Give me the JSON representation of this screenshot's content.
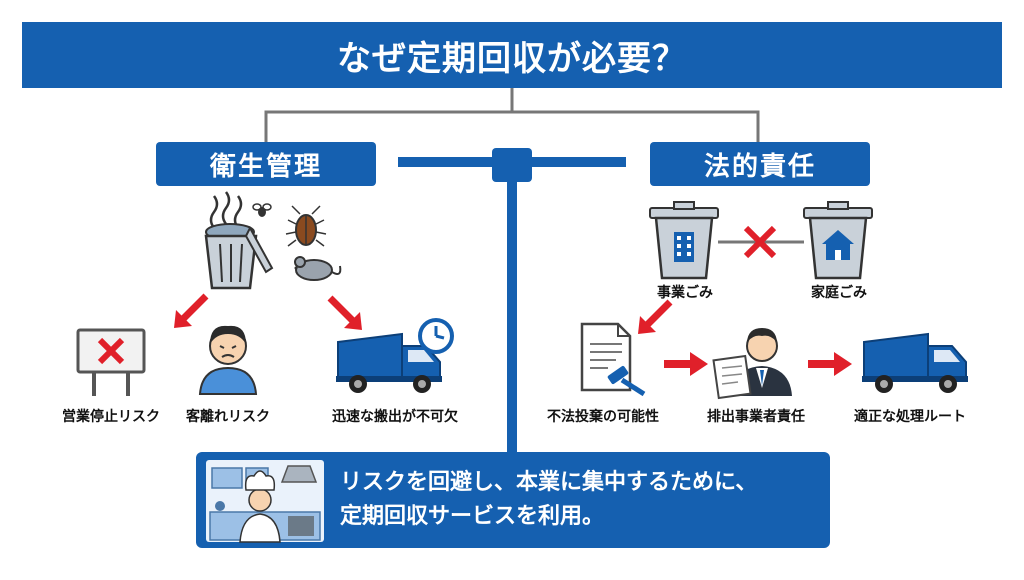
{
  "title": "なぜ定期回収が必要？",
  "left_section": {
    "label": "衛生管理",
    "captions": {
      "business_stop": "営業停止リスク",
      "customer_loss": "客離れリスク",
      "quick_removal": "迅速な搬出が不可欠"
    }
  },
  "right_section": {
    "label": "法的責任",
    "captions": {
      "business_waste": "事業ごみ",
      "household_waste": "家庭ごみ",
      "illegal_dumping": "不法投棄の可能性",
      "discharger_responsibility": "排出事業者責任",
      "proper_route": "適正な処理ルート"
    }
  },
  "conclusion": {
    "line1": "リスクを回避し、本業に集中するために、",
    "line2": "定期回収サービスを利用。"
  },
  "colors": {
    "brand_blue": "#1560b0",
    "arrow_red": "#e0202a",
    "connector_gray": "#777777"
  },
  "icons": [
    "trash-can-icon",
    "cockroach-icon",
    "rat-icon",
    "fly-icon",
    "no-entry-sign-icon",
    "worried-person-icon",
    "garbage-truck-icon",
    "clock-icon",
    "office-trash-can-icon",
    "house-trash-can-icon",
    "cross-mark-icon",
    "legal-document-gavel-icon",
    "businessman-clipboard-icon",
    "chef-kitchen-icon"
  ]
}
